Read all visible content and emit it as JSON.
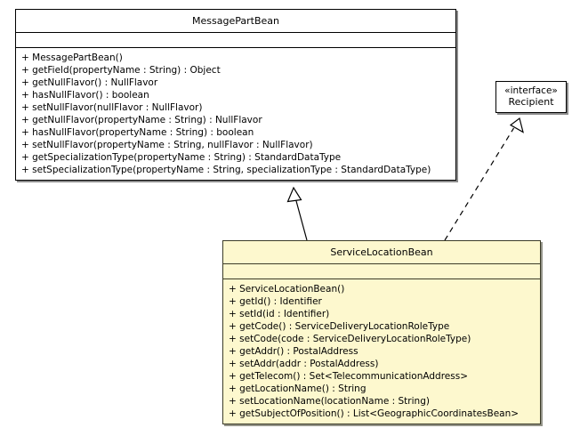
{
  "diagram": {
    "type": "uml-class-diagram",
    "background": "#ffffff",
    "accent_fill": "#fdf8ce",
    "border_color": "#000000",
    "accent_border_color": "#3c3c28"
  },
  "classes": {
    "message_part_bean": {
      "name": "MessagePartBean",
      "stereotype": "",
      "attributes": [],
      "operations": [
        "+ MessagePartBean()",
        "+ getField(propertyName : String) : Object",
        "+ getNullFlavor() : NullFlavor",
        "+ hasNullFlavor() : boolean",
        "+ setNullFlavor(nullFlavor : NullFlavor)",
        "+ getNullFlavor(propertyName : String) : NullFlavor",
        "+ hasNullFlavor(propertyName : String) : boolean",
        "+ setNullFlavor(propertyName : String, nullFlavor : NullFlavor)",
        "+ getSpecializationType(propertyName : String) : StandardDataType",
        "+ setSpecializationType(propertyName : String, specializationType : StandardDataType)"
      ]
    },
    "service_location_bean": {
      "name": "ServiceLocationBean",
      "stereotype": "",
      "attributes": [],
      "operations": [
        "+ ServiceLocationBean()",
        "+ getId() : Identifier",
        "+ setId(id : Identifier)",
        "+ getCode() : ServiceDeliveryLocationRoleType",
        "+ setCode(code : ServiceDeliveryLocationRoleType)",
        "+ getAddr() : PostalAddress",
        "+ setAddr(addr : PostalAddress)",
        "+ getTelecom() : Set<TelecommunicationAddress>",
        "+ getLocationName() : String",
        "+ setLocationName(locationName : String)",
        "+ getSubjectOfPosition() : List<GeographicCoordinatesBean>"
      ]
    },
    "recipient": {
      "name": "Recipient",
      "stereotype": "«interface»",
      "attributes": [],
      "operations": []
    }
  },
  "relationships": [
    {
      "kind": "generalization",
      "line": "solid",
      "arrowhead": "hollow-triangle",
      "from": "ServiceLocationBean",
      "to": "MessagePartBean"
    },
    {
      "kind": "realization",
      "line": "dashed",
      "arrowhead": "hollow-triangle",
      "from": "ServiceLocationBean",
      "to": "Recipient"
    }
  ]
}
